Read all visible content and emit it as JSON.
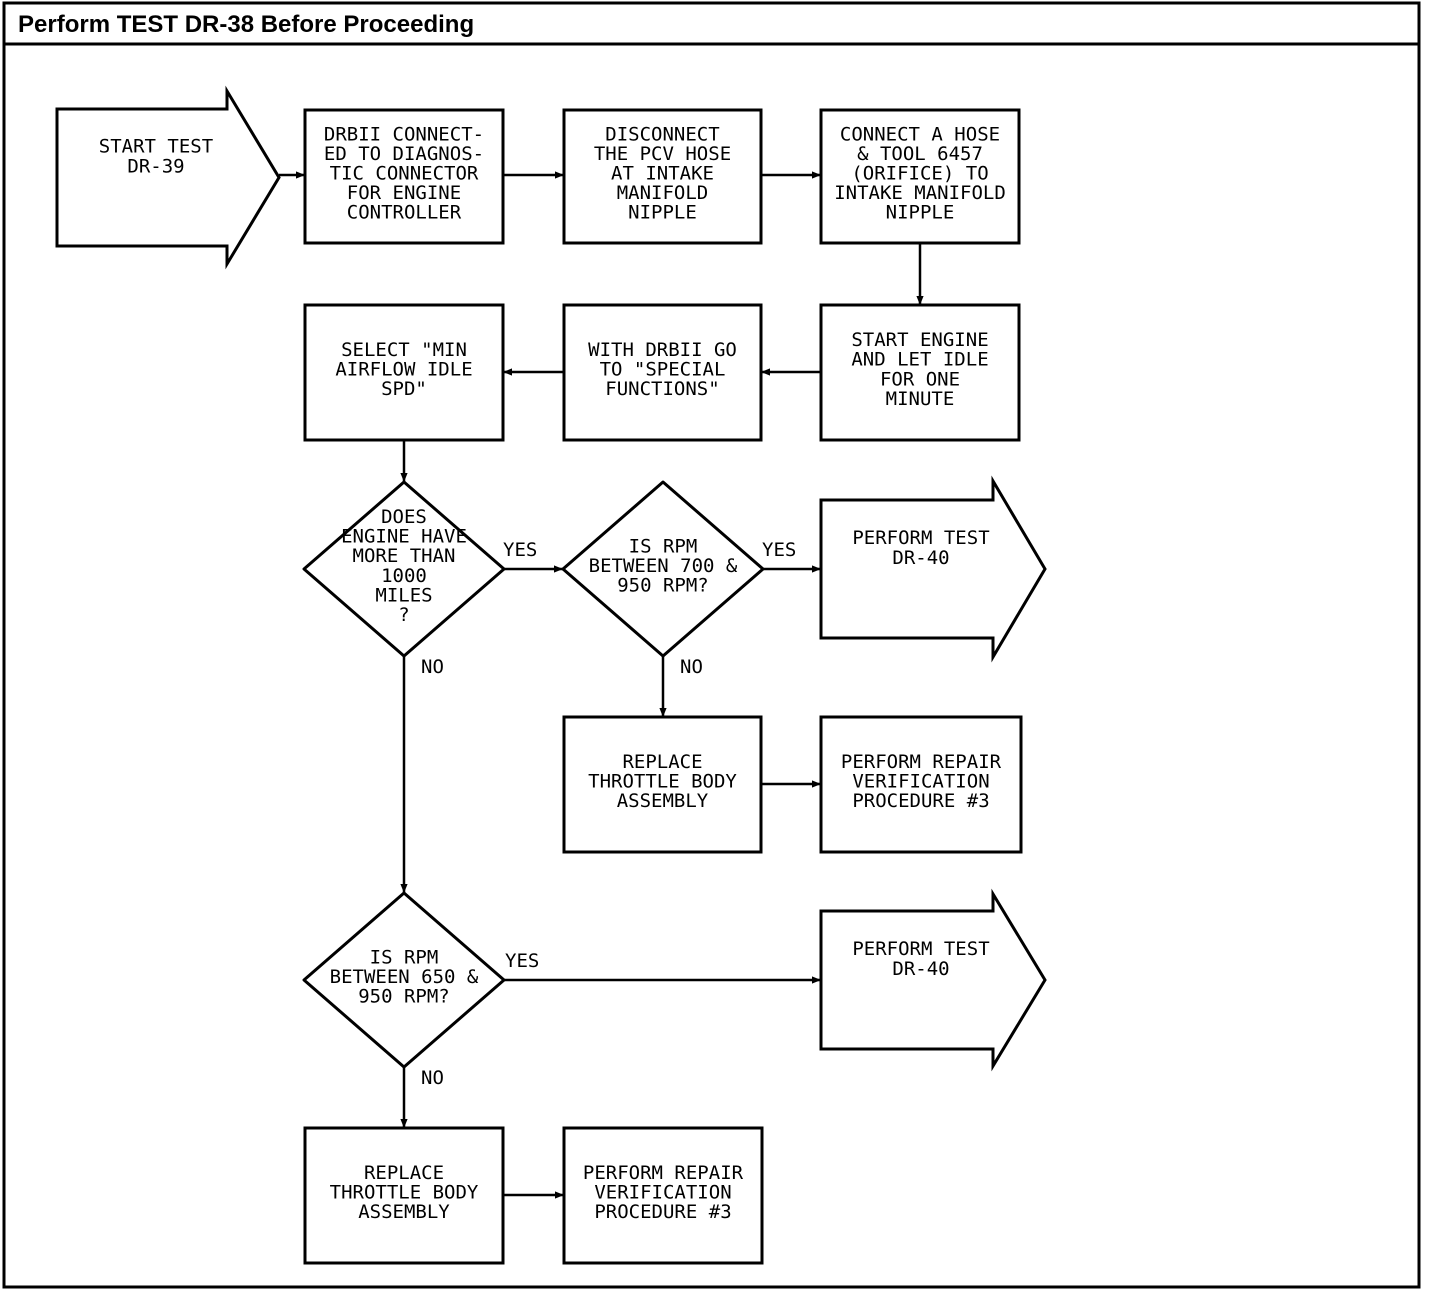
{
  "header": {
    "title": "Perform TEST DR-38 Before Proceeding"
  },
  "nodes": [
    {
      "id": "start",
      "type": "arrow-box",
      "lines": [
        "START TEST",
        "DR-39"
      ]
    },
    {
      "id": "drbii",
      "type": "box",
      "lines": [
        "DRBII CONNECT-",
        "ED TO DIAGNOS-",
        "TIC CONNECTOR",
        "FOR ENGINE",
        "CONTROLLER"
      ]
    },
    {
      "id": "disconnect",
      "type": "box",
      "lines": [
        "DISCONNECT",
        "THE PCV HOSE",
        "AT INTAKE",
        "MANIFOLD",
        "NIPPLE"
      ]
    },
    {
      "id": "connect",
      "type": "box",
      "lines": [
        "CONNECT A HOSE",
        "& TOOL 6457",
        "(ORIFICE) TO",
        "INTAKE MANIFOLD",
        "NIPPLE"
      ]
    },
    {
      "id": "startengine",
      "type": "box",
      "lines": [
        "START ENGINE",
        "AND LET IDLE",
        "FOR ONE",
        "MINUTE"
      ]
    },
    {
      "id": "withdrbii",
      "type": "box",
      "lines": [
        "WITH DRBII GO",
        "TO \"SPECIAL",
        "FUNCTIONS\""
      ]
    },
    {
      "id": "select",
      "type": "box",
      "lines": [
        "SELECT \"MIN",
        "AIRFLOW IDLE",
        "SPD\""
      ]
    },
    {
      "id": "miles",
      "type": "diamond",
      "lines": [
        "DOES",
        "ENGINE HAVE",
        "MORE THAN",
        "1000",
        "MILES",
        "?"
      ]
    },
    {
      "id": "rpm1",
      "type": "diamond",
      "lines": [
        "IS RPM",
        "BETWEEN 700 &",
        "950 RPM?"
      ]
    },
    {
      "id": "dr40a",
      "type": "arrow-box",
      "lines": [
        "PERFORM TEST",
        "DR-40"
      ]
    },
    {
      "id": "replace1",
      "type": "box",
      "lines": [
        "REPLACE",
        "THROTTLE BODY",
        "ASSEMBLY"
      ]
    },
    {
      "id": "verify1",
      "type": "box",
      "lines": [
        "PERFORM REPAIR",
        "VERIFICATION",
        "PROCEDURE #3"
      ]
    },
    {
      "id": "rpm2",
      "type": "diamond",
      "lines": [
        "IS RPM",
        "BETWEEN 650 &",
        "950 RPM?"
      ]
    },
    {
      "id": "dr40b",
      "type": "arrow-box",
      "lines": [
        "PERFORM TEST",
        "DR-40"
      ]
    },
    {
      "id": "replace2",
      "type": "box",
      "lines": [
        "REPLACE",
        "THROTTLE BODY",
        "ASSEMBLY"
      ]
    },
    {
      "id": "verify2",
      "type": "box",
      "lines": [
        "PERFORM REPAIR",
        "VERIFICATION",
        "PROCEDURE #3"
      ]
    }
  ],
  "edges": [
    {
      "id": "e1",
      "from": "start",
      "to": "drbii",
      "label": ""
    },
    {
      "id": "e2",
      "from": "drbii",
      "to": "disconnect",
      "label": ""
    },
    {
      "id": "e3",
      "from": "disconnect",
      "to": "connect",
      "label": ""
    },
    {
      "id": "e4",
      "from": "connect",
      "to": "startengine",
      "label": ""
    },
    {
      "id": "e5",
      "from": "startengine",
      "to": "withdrbii",
      "label": ""
    },
    {
      "id": "e6",
      "from": "withdrbii",
      "to": "select",
      "label": ""
    },
    {
      "id": "e7",
      "from": "select",
      "to": "miles",
      "label": ""
    },
    {
      "id": "e8",
      "from": "miles",
      "to": "rpm1",
      "label": "YES"
    },
    {
      "id": "e9",
      "from": "rpm1",
      "to": "dr40a",
      "label": "YES"
    },
    {
      "id": "e10",
      "from": "rpm1",
      "to": "replace1",
      "label": "NO"
    },
    {
      "id": "e11",
      "from": "replace1",
      "to": "verify1",
      "label": ""
    },
    {
      "id": "e12",
      "from": "miles",
      "to": "rpm2",
      "label": "NO"
    },
    {
      "id": "e13",
      "from": "rpm2",
      "to": "dr40b",
      "label": "YES"
    },
    {
      "id": "e14",
      "from": "rpm2",
      "to": "replace2",
      "label": "NO"
    },
    {
      "id": "e15",
      "from": "replace2",
      "to": "verify2",
      "label": ""
    }
  ]
}
